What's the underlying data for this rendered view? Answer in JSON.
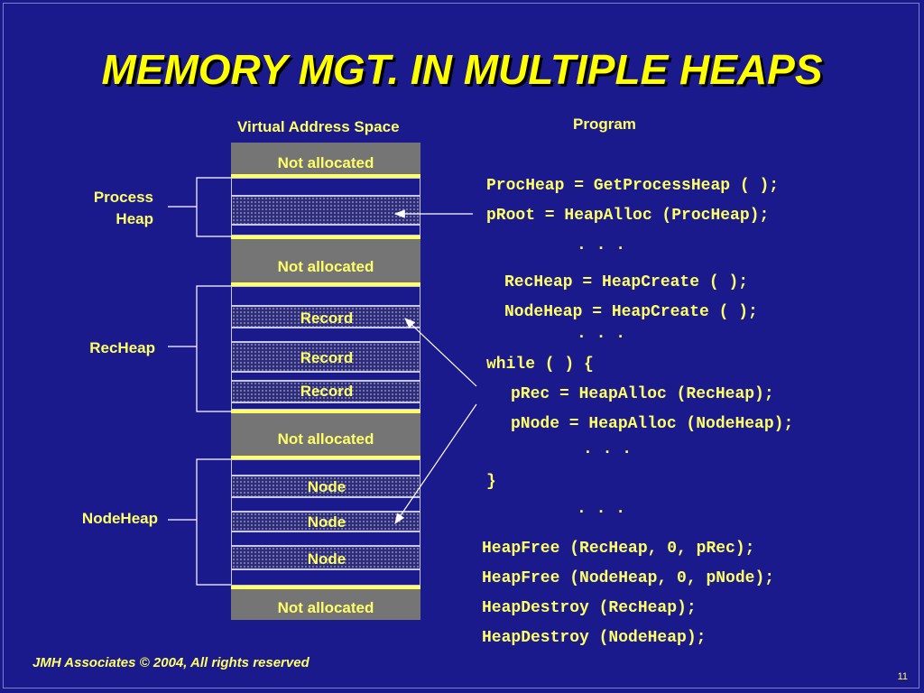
{
  "title": "MEMORY MGT. IN MULTIPLE HEAPS",
  "headers": {
    "vas": "Virtual Address Space",
    "program": "Program"
  },
  "heaps": {
    "process_line1": "Process",
    "process_line2": "Heap",
    "rec": "RecHeap",
    "node": "NodeHeap"
  },
  "blocks": {
    "not_allocated": "Not allocated",
    "record": "Record",
    "node": "Node"
  },
  "code": {
    "line1": "ProcHeap = GetProcessHeap ( );",
    "line2": "pRoot = HeapAlloc (ProcHeap);",
    "dots1": ". . .",
    "line3": "RecHeap = HeapCreate ( );",
    "line4": "NodeHeap = HeapCreate ( );",
    "dots2": ". . .",
    "line5": "while ( ) {",
    "line6": "pRec = HeapAlloc (RecHeap);",
    "line7": "pNode = HeapAlloc (NodeHeap);",
    "dots3": ". . .",
    "line8": "}",
    "dots4": ". . .",
    "line9": "HeapFree (RecHeap, 0, pRec);",
    "line10": "HeapFree (NodeHeap, 0, pNode);",
    "line11": "HeapDestroy (RecHeap);",
    "line12": "HeapDestroy (NodeHeap);"
  },
  "footer": "JMH Associates © 2004, All rights reserved",
  "page_number": "11",
  "colors": {
    "background": "#1a1a8c",
    "text": "#ffff66",
    "title": "#ffff00",
    "block": "#757575"
  }
}
